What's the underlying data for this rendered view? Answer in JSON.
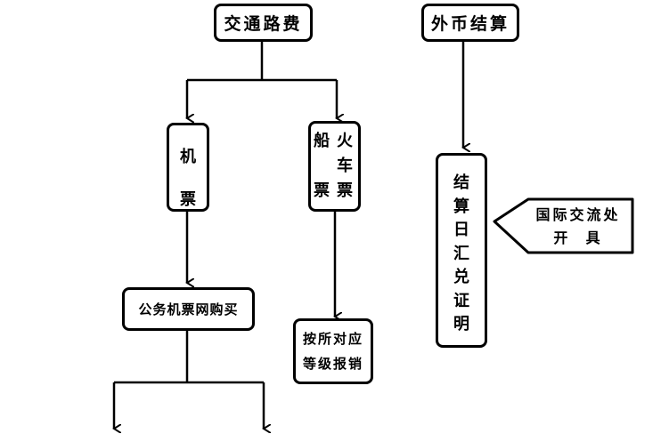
{
  "nodes": {
    "transport_fees": "交通路费",
    "foreign_currency_settlement": "外币结算",
    "air_ticket": [
      "机",
      "票"
    ],
    "ship_train_ticket": {
      "col_left": [
        "船",
        "",
        "票"
      ],
      "col_right": [
        "火",
        "车",
        "票"
      ]
    },
    "official_air_ticket_purchase": "公务机票网购买",
    "reimburse_by_grade": [
      "按所对应",
      "等级报销"
    ],
    "settlement_rate_certificate": [
      "结",
      "算",
      "日",
      "汇",
      "兑",
      "证",
      "明"
    ],
    "issued_by_international_exchange": [
      "国际交流处",
      "开  具"
    ]
  }
}
